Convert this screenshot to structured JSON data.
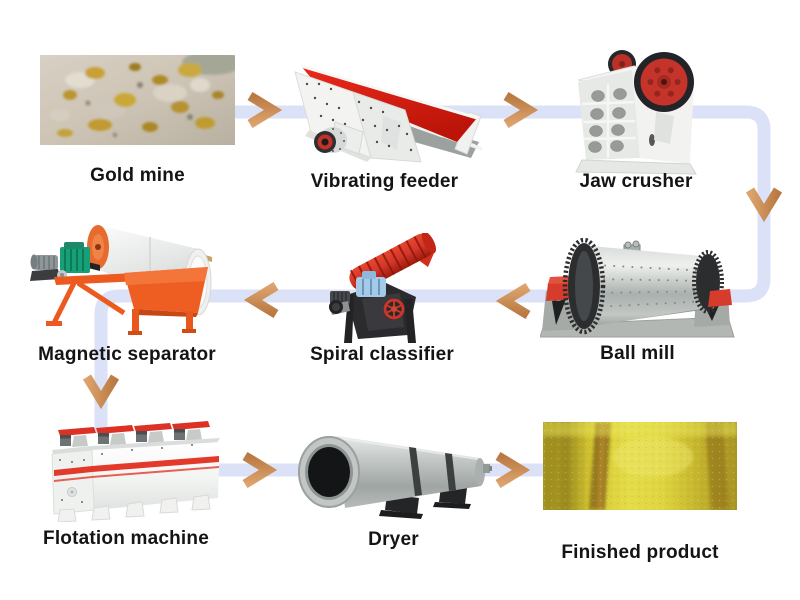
{
  "diagram": {
    "type": "process-flow",
    "subject": "Gold ore beneficiation process flow",
    "nodes": [
      {
        "id": "gold-mine",
        "label": "Gold mine",
        "kind": "photo"
      },
      {
        "id": "vibrating-feeder",
        "label": "Vibrating feeder",
        "kind": "machine"
      },
      {
        "id": "jaw-crusher",
        "label": "Jaw crusher",
        "kind": "machine"
      },
      {
        "id": "ball-mill",
        "label": "Ball mill",
        "kind": "machine"
      },
      {
        "id": "spiral-classifier",
        "label": "Spiral classifier",
        "kind": "machine"
      },
      {
        "id": "magnetic-separator",
        "label": "Magnetic separator",
        "kind": "machine"
      },
      {
        "id": "flotation-machine",
        "label": "Flotation machine",
        "kind": "machine"
      },
      {
        "id": "dryer",
        "label": "Dryer",
        "kind": "machine"
      },
      {
        "id": "finished-product",
        "label": "Finished product",
        "kind": "photo"
      }
    ],
    "flow_sequence": [
      "Gold mine",
      "Vibrating feeder",
      "Jaw crusher",
      "Ball mill",
      "Spiral classifier",
      "Magnetic separator",
      "Flotation machine",
      "Dryer",
      "Finished product"
    ],
    "colors": {
      "background": "#ffffff",
      "connector": "#dbe1f6",
      "arrow": "#c9854e",
      "label_text": "#141414",
      "machine_red": "#d23b2a",
      "machine_orange": "#ec5a20",
      "gold": "#d4b830"
    }
  }
}
